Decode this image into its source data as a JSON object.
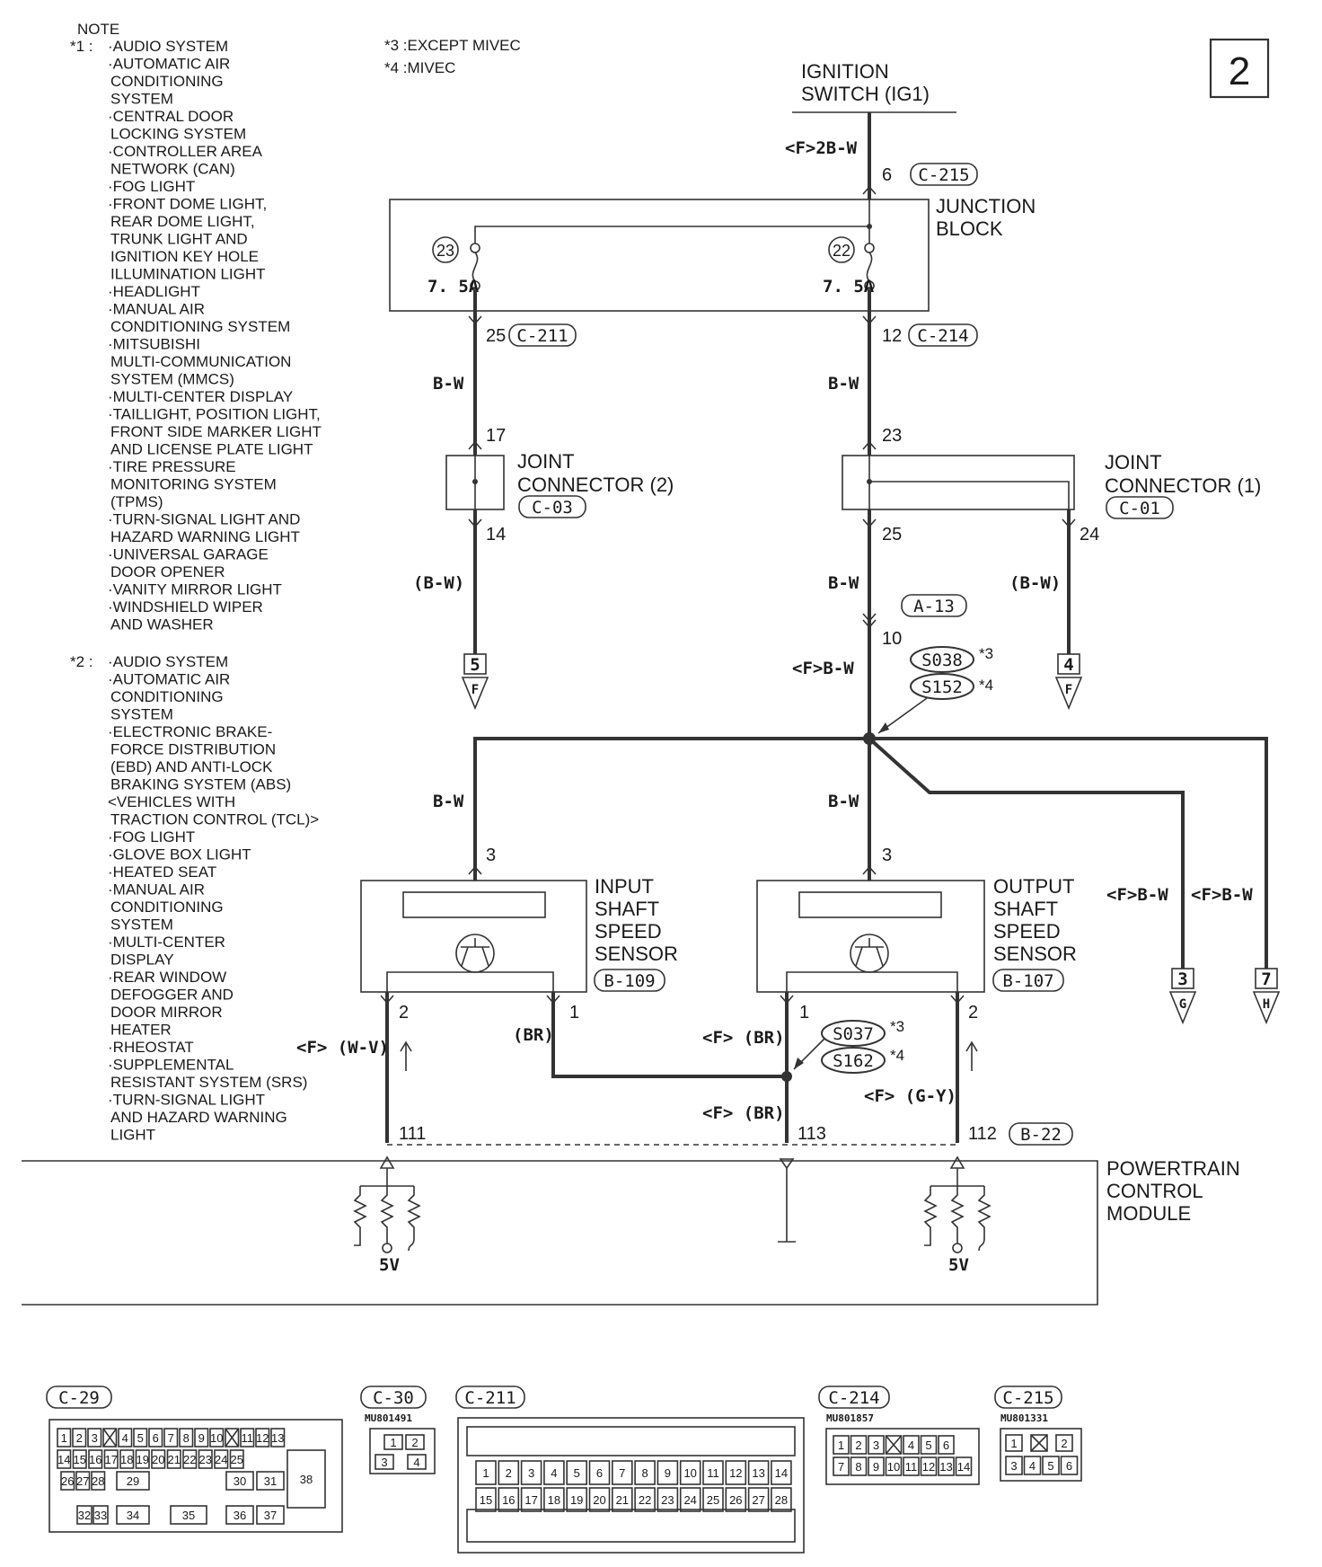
{
  "page_number": "2",
  "notes": {
    "heading": "NOTE",
    "note1_marker": "*1 :",
    "note1_items": [
      "·AUDIO SYSTEM",
      "·AUTOMATIC AIR",
      "CONDITIONING",
      "SYSTEM",
      "·CENTRAL DOOR",
      "LOCKING SYSTEM",
      "·CONTROLLER AREA",
      "NETWORK (CAN)",
      "·FOG LIGHT",
      "·FRONT DOME LIGHT,",
      "REAR DOME LIGHT,",
      "TRUNK LIGHT AND",
      "IGNITION KEY HOLE",
      "ILLUMINATION LIGHT",
      "·HEADLIGHT",
      "·MANUAL AIR",
      "CONDITIONING SYSTEM",
      "·MITSUBISHI",
      "MULTI-COMMUNICATION",
      "SYSTEM (MMCS)",
      "·MULTI-CENTER DISPLAY",
      "·TAILLIGHT, POSITION LIGHT,",
      "FRONT SIDE MARKER LIGHT",
      "AND LICENSE PLATE LIGHT",
      "·TIRE PRESSURE",
      "MONITORING SYSTEM",
      "(TPMS)",
      "·TURN-SIGNAL LIGHT AND",
      "HAZARD WARNING LIGHT",
      "·UNIVERSAL GARAGE",
      "DOOR OPENER",
      "·VANITY MIRROR LIGHT",
      "·WINDSHIELD WIPER",
      "AND WASHER"
    ],
    "note2_marker": "*2 :",
    "note2_items": [
      "·AUDIO SYSTEM",
      "·AUTOMATIC AIR",
      "CONDITIONING",
      "SYSTEM",
      "·ELECTRONIC BRAKE-",
      "FORCE DISTRIBUTION",
      "(EBD) AND ANTI-LOCK",
      "BRAKING SYSTEM (ABS)",
      "<VEHICLES WITH",
      "TRACTION CONTROL (TCL)>",
      "·FOG LIGHT",
      "·GLOVE BOX LIGHT",
      "·HEATED SEAT",
      "·MANUAL AIR",
      "CONDITIONING",
      "SYSTEM",
      "·MULTI-CENTER",
      "DISPLAY",
      "·REAR WINDOW",
      "DEFOGGER AND",
      "DOOR MIRROR",
      "HEATER",
      "·RHEOSTAT",
      "·SUPPLEMENTAL",
      "RESISTANT SYSTEM (SRS)",
      "·TURN-SIGNAL LIGHT",
      "AND HAZARD WARNING",
      "LIGHT"
    ],
    "note3": "*3 :EXCEPT MIVEC",
    "note4": "*4 :MIVEC"
  },
  "components": {
    "ignition_switch": [
      "IGNITION",
      "SWITCH (IG1)"
    ],
    "junction_block": [
      "JUNCTION",
      "BLOCK"
    ],
    "joint_connector_2": [
      "JOINT",
      "CONNECTOR (2)"
    ],
    "joint_connector_1": [
      "JOINT",
      "CONNECTOR (1)"
    ],
    "input_sensor": [
      "INPUT",
      "SHAFT",
      "SPEED",
      "SENSOR"
    ],
    "output_sensor": [
      "OUTPUT",
      "SHAFT",
      "SPEED",
      "SENSOR"
    ],
    "pcm": [
      "POWERTRAIN",
      "CONTROL",
      "MODULE"
    ]
  },
  "fuses": [
    {
      "number": "23",
      "rating": "7. 5A"
    },
    {
      "number": "22",
      "rating": "7. 5A"
    }
  ],
  "connectors": {
    "c215": "C-215",
    "c211": "C-211",
    "c214": "C-214",
    "c03": "C-03",
    "c01": "C-01",
    "a13": "A-13",
    "b109": "B-109",
    "b107": "B-107",
    "b22": "B-22"
  },
  "splices": {
    "s038": "S038",
    "s152": "S152",
    "s037": "S037",
    "s162": "S162",
    "star3": "*3",
    "star4": "*4"
  },
  "wires": {
    "f_2bw": "<F>2B-W",
    "bw": "B-W",
    "bw_paren": "(B-W)",
    "f_bw": "<F>B-W",
    "f_wv": "<F> (W-V)",
    "br": "(BR)",
    "f_br": "<F> (BR)",
    "f_gy": "<F> (G-Y)"
  },
  "pins": {
    "p6": "6",
    "p25": "25",
    "p12": "12",
    "p17": "17",
    "p14": "14",
    "p23": "23",
    "p25b": "25",
    "p24": "24",
    "p10": "10",
    "p3a": "3",
    "p3b": "3",
    "p2a": "2",
    "p1a": "1",
    "p1b": "1",
    "p2b": "2",
    "p111": "111",
    "p113": "113",
    "p112": "112"
  },
  "references": {
    "r5": {
      "num": "5",
      "letter": "F"
    },
    "r4": {
      "num": "4",
      "letter": "F"
    },
    "r3": {
      "num": "3",
      "letter": "G"
    },
    "r7": {
      "num": "7",
      "letter": "H"
    }
  },
  "voltage": "5V",
  "bottom_connectors": {
    "c29": {
      "label": "C-29",
      "row1": [
        "1",
        "2",
        "3",
        "",
        "4",
        "5",
        "6",
        "7",
        "8",
        "9",
        "10",
        "",
        "11",
        "12",
        "13"
      ],
      "row2": [
        "14",
        "15",
        "16",
        "17",
        "18",
        "19",
        "20",
        "21",
        "22",
        "23",
        "24",
        "25"
      ],
      "row3": [
        "26",
        "27",
        "28",
        "29",
        "30",
        "31",
        "38"
      ],
      "row4": [
        "32",
        "33",
        "34",
        "35",
        "36",
        "37"
      ]
    },
    "c30": {
      "label": "C-30",
      "part": "MU801491",
      "row1": [
        "1",
        "2"
      ],
      "row2": [
        "3",
        "4"
      ]
    },
    "c211": {
      "label": "C-211",
      "row1": [
        "1",
        "2",
        "3",
        "4",
        "5",
        "6",
        "7",
        "8",
        "9",
        "10",
        "11",
        "12",
        "13",
        "14"
      ],
      "row2": [
        "15",
        "16",
        "17",
        "18",
        "19",
        "20",
        "21",
        "22",
        "23",
        "24",
        "25",
        "26",
        "27",
        "28"
      ]
    },
    "c214": {
      "label": "C-214",
      "part": "MU801857",
      "row1": [
        "1",
        "2",
        "3",
        "",
        "4",
        "5",
        "6"
      ],
      "row2": [
        "7",
        "8",
        "9",
        "10",
        "11",
        "12",
        "13",
        "14"
      ]
    },
    "c215": {
      "label": "C-215",
      "part": "MU801331",
      "row1": [
        "1",
        "",
        "2"
      ],
      "row2": [
        "3",
        "4",
        "5",
        "6"
      ]
    }
  }
}
